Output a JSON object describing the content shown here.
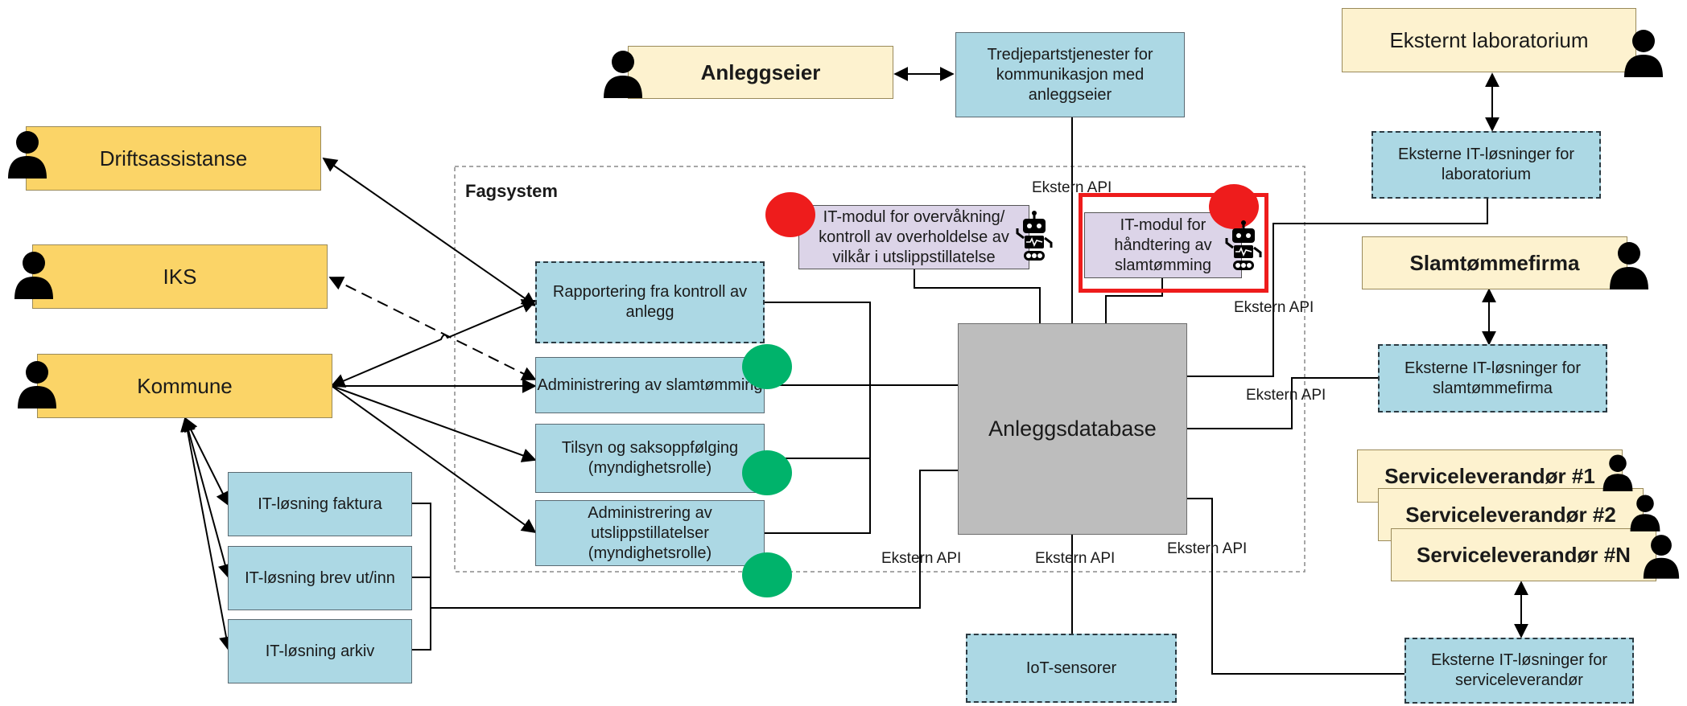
{
  "actors": {
    "anleggseier": "Anleggseier",
    "driftsassistanse": "Driftsassistanse",
    "iks": "IKS",
    "kommune": "Kommune",
    "eksternt_lab": "Eksternt laboratorium",
    "slamtommefirma": "Slamtømmefirma",
    "serviceleverandor_1": "Serviceleverandør #1",
    "serviceleverandor_2": "Serviceleverandør #2",
    "serviceleverandor_n": "Serviceleverandør #N"
  },
  "fagsystem": {
    "title": "Fagsystem",
    "rapportering": "Rapportering fra kontroll av anlegg",
    "admin_slamtomming": "Administrering av slamtømming",
    "tilsyn": "Tilsyn og saksoppfølging (myndighetsrolle)",
    "admin_utslipp": "Administrering av utslippstillatelser (myndighetsrolle)",
    "modul_overvaking": "IT-modul for overvåkning/ kontroll av overholdelse av vilkår i utslippstillatelse",
    "modul_slamtomming": "IT-modul for håndtering av slamtømming",
    "database": "Anleggsdatabase"
  },
  "systems": {
    "tredjepart": "Tredjepartstjenester for kommunikasjon med anleggseier",
    "faktura": "IT-løsning faktura",
    "brev": "IT-løsning brev ut/inn",
    "arkiv": "IT-løsning arkiv",
    "iot": "IoT-sensorer",
    "ekst_lab": "Eksterne IT-løsninger for laboratorium",
    "ekst_slam": "Eksterne IT-løsninger for slamtømmefirma",
    "ekst_service": "Eksterne IT-løsninger for serviceleverandør"
  },
  "api_labels": {
    "top": "Ekstern API",
    "right_upper": "Ekstern API",
    "right_middle": "Ekstern API",
    "bottom_left": "Ekstern API",
    "bottom_center": "Ekstern API",
    "bottom_right": "Ekstern API"
  },
  "status_colors": {
    "red": "#ee1c1c",
    "green": "#00b36b",
    "highlight": "#ee1c1c"
  },
  "icons": [
    "person-icon",
    "robot-icon"
  ]
}
